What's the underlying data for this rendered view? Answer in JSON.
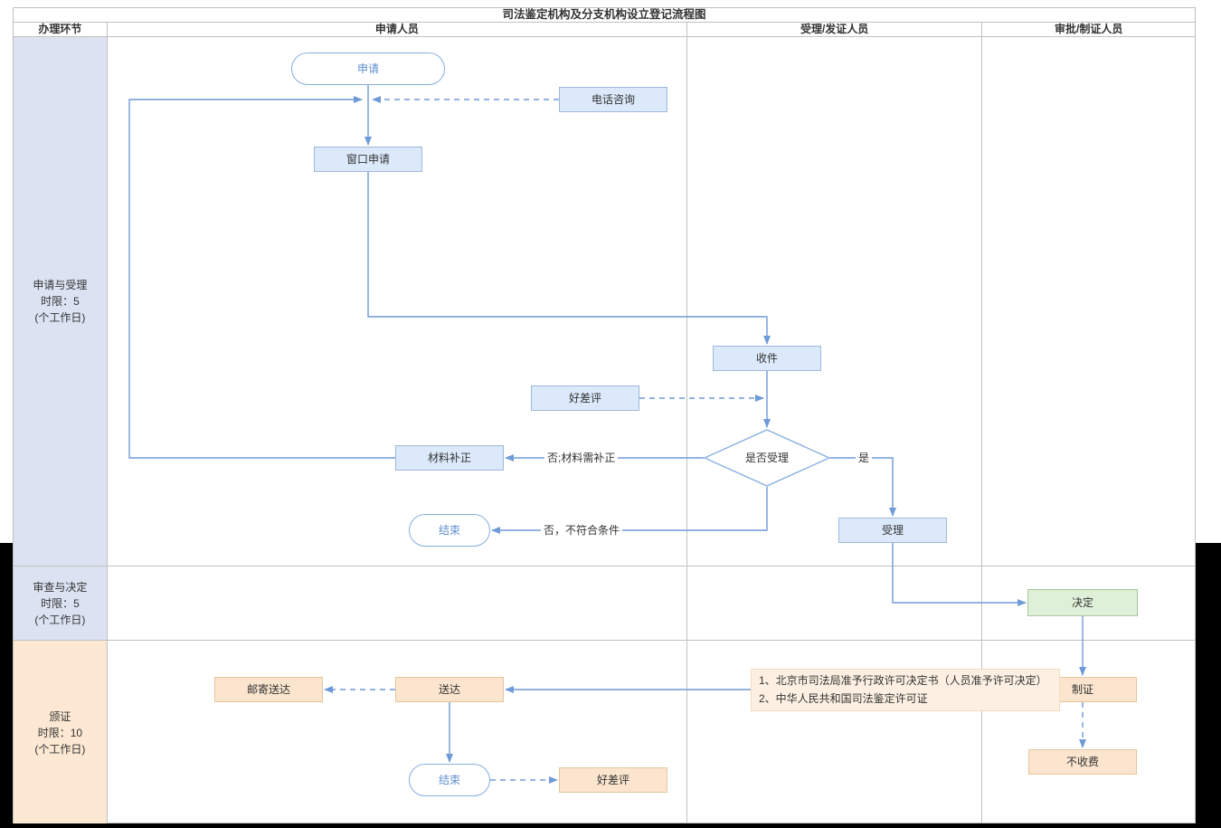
{
  "title": "司法鉴定机构及分支机构设立登记流程图",
  "columns": [
    "办理环节",
    "申请人员",
    "受理/发证人员",
    "审批/制证人员"
  ],
  "stages": [
    {
      "lines": [
        "申请与受理",
        "时限：5",
        "(个工作日)"
      ]
    },
    {
      "lines": [
        "审查与决定",
        "时限：5",
        "(个工作日)"
      ]
    },
    {
      "lines": [
        "颁证",
        "时限：10",
        "(个工作日)"
      ]
    }
  ],
  "nodes": {
    "apply": "申请",
    "phone_consult": "电话咨询",
    "window_apply": "窗口申请",
    "receive": "收件",
    "rating_top": "好差评",
    "accept_decision": "是否受理",
    "material_correction": "材料补正",
    "end_first": "结束",
    "accept": "受理",
    "decide": "决定",
    "make_certificate": "制证",
    "deliver": "送达",
    "mail_deliver": "邮寄送达",
    "end_second": "结束",
    "rating_bottom": "好差评",
    "no_fee": "不收费"
  },
  "documents": {
    "line1": "1、北京市司法局准予行政许可决定书（人员准予许可决定）",
    "line2": "2、中华人民共和国司法鉴定许可证"
  },
  "edge_labels": {
    "no_need_correction": "否;材料需补正",
    "no_not_qualified": "否，不符合条件",
    "yes": "是"
  },
  "colors": {
    "line": "#6f9ad8",
    "node_blue_fill": "#dbe9fb",
    "node_blue_border": "#9fb8da",
    "node_orange_fill": "#fbe5ce",
    "node_orange_border": "#e4c69f",
    "node_green_fill": "#dff0d8",
    "node_green_border": "#a5c79b",
    "stadium_border": "#85aede",
    "stadium_text": "#5e8fd0",
    "stage_blue_bg": "#dbe3f3",
    "stage_orange_bg": "#fce8d3",
    "grid_border": "#c0c0c0",
    "text": "#333333"
  }
}
